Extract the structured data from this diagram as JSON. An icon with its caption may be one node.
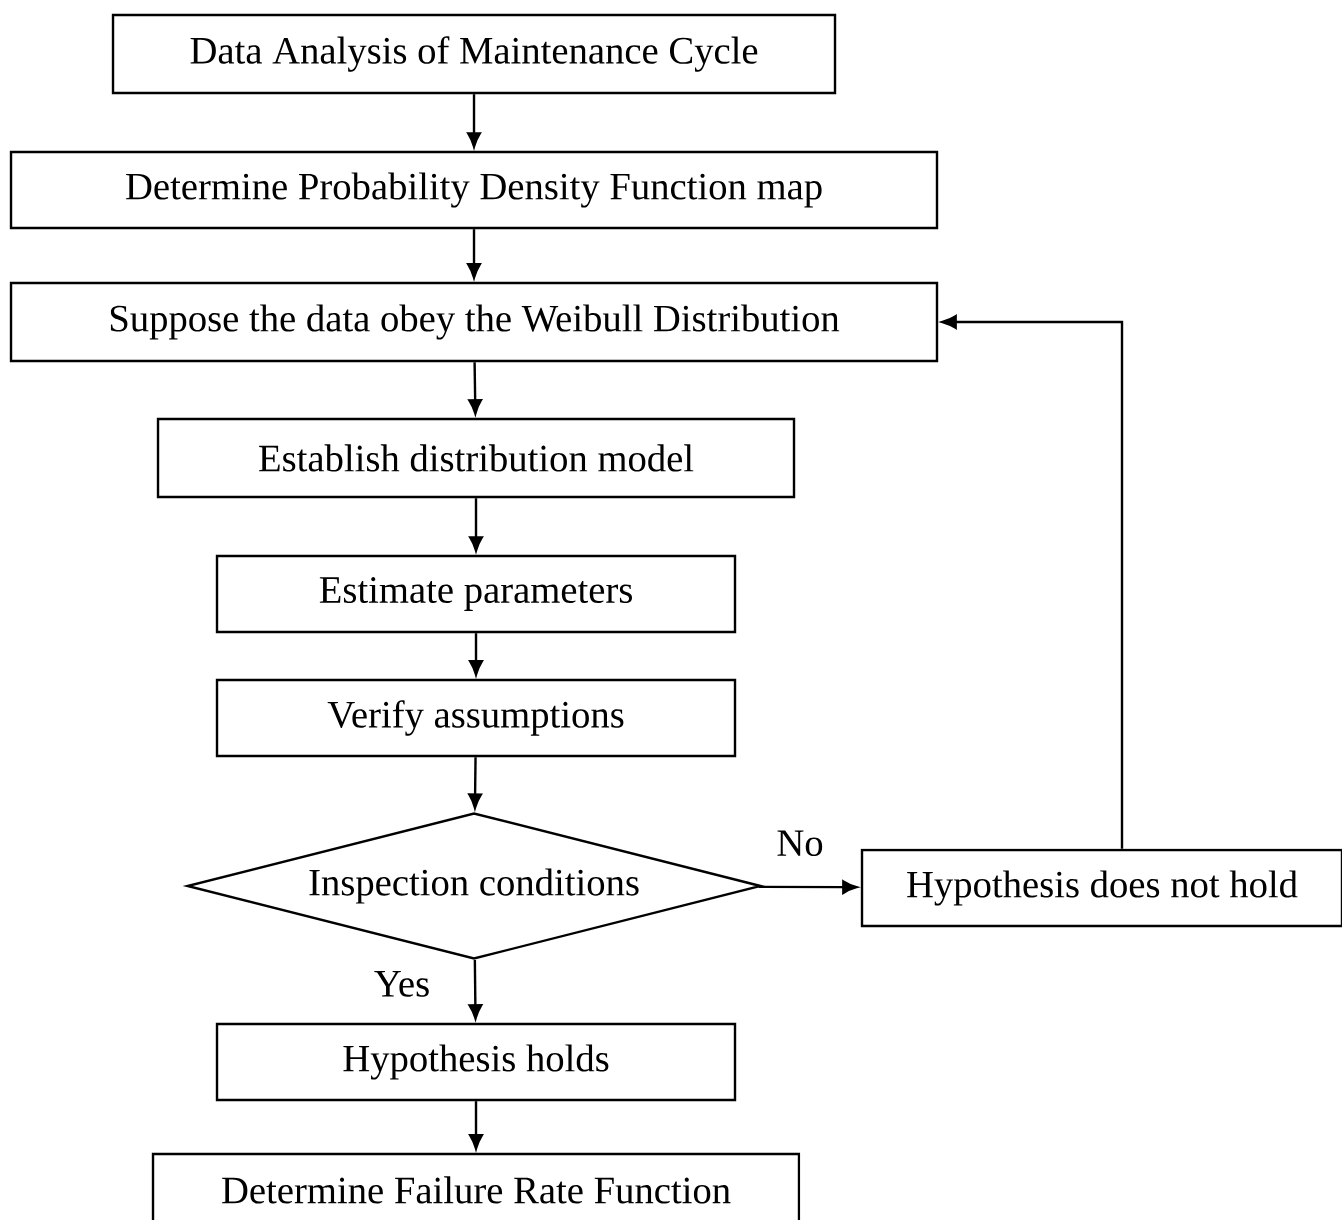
{
  "diagram": {
    "nodes": [
      {
        "text": [
          "Data Analysis of Maintenance Cycle"
        ]
      },
      {
        "text": [
          "Determine Probability Density Function map"
        ]
      },
      {
        "text": [
          "Suppose the data obey the Weibull Distribution"
        ]
      },
      {
        "text": [
          "Establish distribution model"
        ]
      },
      {
        "text": [
          "Estimate parameters"
        ]
      },
      {
        "text": [
          "Verify assumptions"
        ]
      },
      {
        "text": [
          "Inspection conditions"
        ]
      },
      {
        "text": [
          "Hypothesis does not hold"
        ]
      },
      {
        "text": [
          "Hypothesis holds"
        ]
      },
      {
        "text": [
          "Determine Failure Rate Function"
        ]
      }
    ],
    "edges": [
      {
        "from": 0,
        "to": 1,
        "arrow": "to"
      },
      {
        "from": 1,
        "to": 2,
        "arrow": "to"
      },
      {
        "from": 2,
        "to": 3,
        "arrow": "to"
      },
      {
        "from": 3,
        "to": 4,
        "arrow": "to"
      },
      {
        "from": 4,
        "to": 5,
        "arrow": "to"
      },
      {
        "from": 5,
        "to": 6,
        "arrow": "to"
      },
      {
        "from": 6,
        "to": 7,
        "arrow": "to",
        "label": "No"
      },
      {
        "from": 6,
        "to": 8,
        "arrow": "to",
        "label": "Yes"
      },
      {
        "from": 8,
        "to": 9,
        "arrow": "to"
      },
      {
        "from": 7,
        "to": 2,
        "arrow": "to"
      }
    ]
  }
}
